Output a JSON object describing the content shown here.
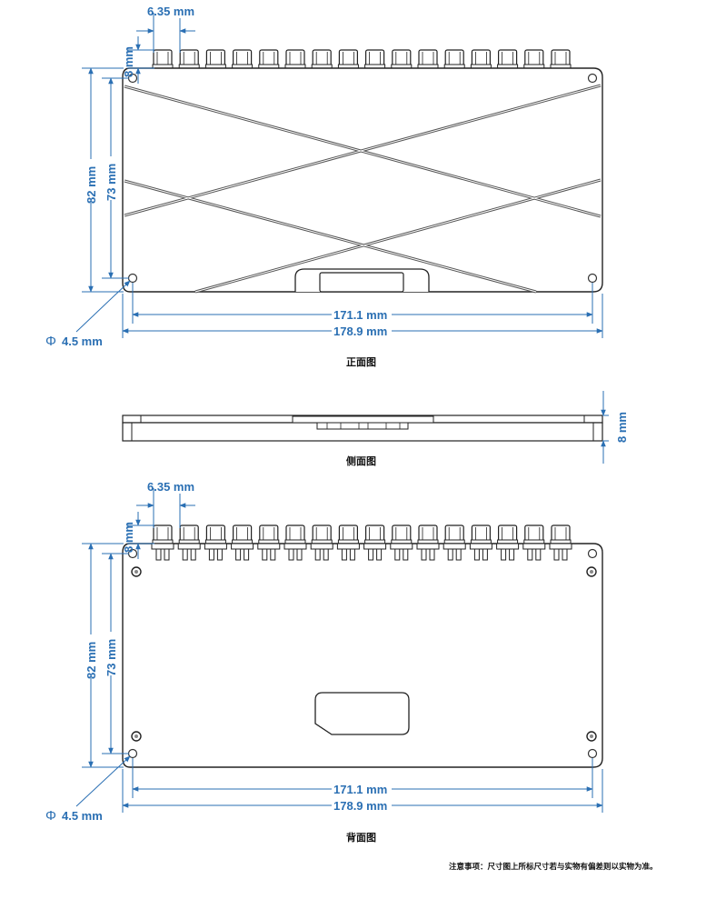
{
  "front_view": {
    "connector_pitch": "6.35 mm",
    "connector_height": "8 mm",
    "outer_height": "82 mm",
    "hole_spacing_vertical": "73 mm",
    "hole_spacing_horizontal": "171.1 mm",
    "outer_width": "178.9 mm",
    "hole_diameter": "4.5 mm",
    "hole_diameter_symbol": "Φ",
    "caption": "正面图"
  },
  "side_view": {
    "thickness": "8 mm",
    "caption": "侧面图"
  },
  "back_view": {
    "connector_pitch": "6.35 mm",
    "connector_height": "8 mm",
    "outer_height": "82 mm",
    "hole_spacing_vertical": "73 mm",
    "hole_spacing_horizontal": "171.1 mm",
    "outer_width": "178.9 mm",
    "hole_diameter": "4.5 mm",
    "hole_diameter_symbol": "Φ",
    "caption": "背面图"
  },
  "note": "注意事项：尺寸图上所标尺寸若与实物有偏差则以实物为准。",
  "colors": {
    "dimension": "#2a6fb3",
    "outline": "#222222",
    "stripe": "#555555"
  }
}
